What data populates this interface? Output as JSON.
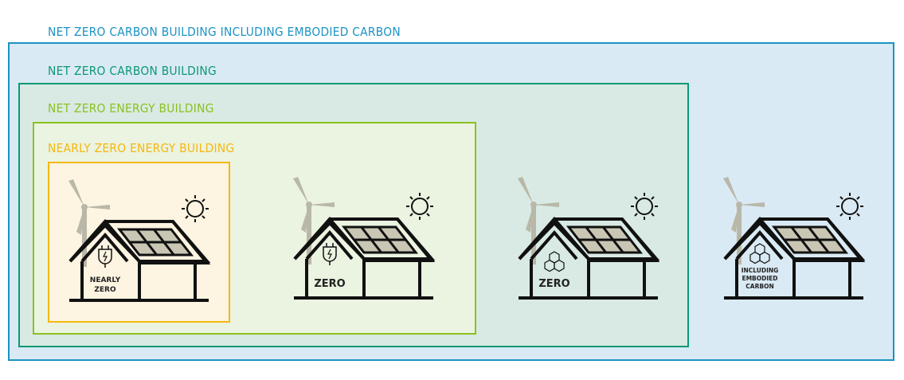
{
  "levels": [
    {
      "title": "NET ZERO CARBON BUILDING INCLUDING EMBODIED CARBON",
      "color": "#1b93c4",
      "fill": "#daeaf4"
    },
    {
      "title": "NET ZERO CARBON BUILDING",
      "color": "#0b9873",
      "fill": "#d8eae3"
    },
    {
      "title": "NET ZERO ENERGY BUILDING",
      "color": "#8cc11f",
      "fill": "#ebf3e1"
    },
    {
      "title": "NEARLY ZERO ENERGY BUILDING",
      "color": "#f6b80c",
      "fill": "#fdf4e1"
    }
  ],
  "houses": [
    {
      "icon": "plug-icon",
      "label_lines": [
        "NEARLY",
        "ZERO"
      ]
    },
    {
      "icon": "plug-icon",
      "label_lines": [
        "ZERO"
      ]
    },
    {
      "icon": "carbon-molecule-icon",
      "label_lines": [
        "ZERO"
      ]
    },
    {
      "icon": "carbon-molecule-icon",
      "label_lines": [
        "INCLUDING",
        "EMBODIED",
        "CARBON"
      ]
    }
  ]
}
